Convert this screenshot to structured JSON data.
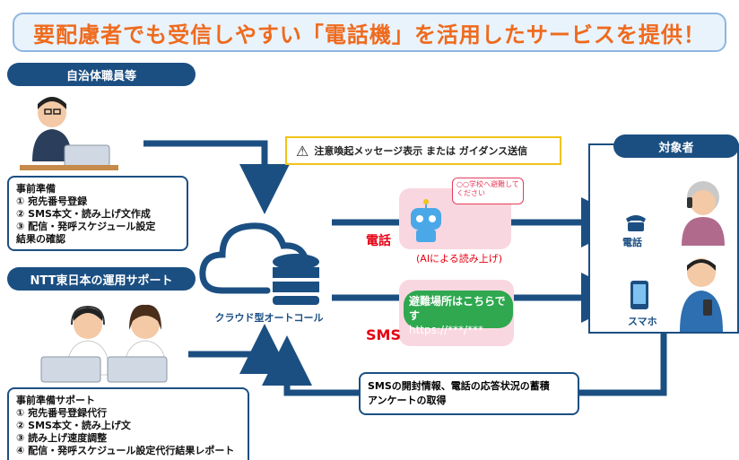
{
  "title": "要配慮者でも受信しやすい「電話機」を活用したサービスを提供！",
  "left_top": {
    "header": "自治体職員等",
    "box_lines": [
      "事前準備",
      "① 宛先番号登録",
      "② SMS本文・読み上げ文作成",
      "③ 配信・発呼スケジュール設定",
      "結果の確認"
    ]
  },
  "left_bottom": {
    "header": "NTT東日本の運用サポート",
    "box_lines": [
      "事前準備サポート",
      "① 宛先番号登録代行",
      "② SMS本文・読み上げ文",
      "③ 読み上げ速度調整",
      "④ 配信・発呼スケジュール設定代行結果レポート"
    ]
  },
  "center": {
    "cloud_label": "クラウド型オートコール"
  },
  "warning": {
    "text": "注意喚起メッセージ表示 または ガイダンス送信"
  },
  "phone_path": {
    "label": "電話",
    "speech": "○○学校へ避難してください",
    "caption": "(AIによる読み上げ)"
  },
  "sms_path": {
    "label": "SMS",
    "bubble_line1": "避難場所はこちらです",
    "bubble_line2": "https://***/***"
  },
  "target": {
    "header": "対象者",
    "phone_label": "電話",
    "smartphone_label": "スマホ"
  },
  "feedback": {
    "line1": "SMSの開封情報、電話の応答状況の蓄積",
    "line2": "アンケートの取得"
  },
  "colors": {
    "navy": "#1b4f82",
    "accent": "#ef6a1d",
    "red": "#e60012",
    "green": "#2fa84f"
  }
}
